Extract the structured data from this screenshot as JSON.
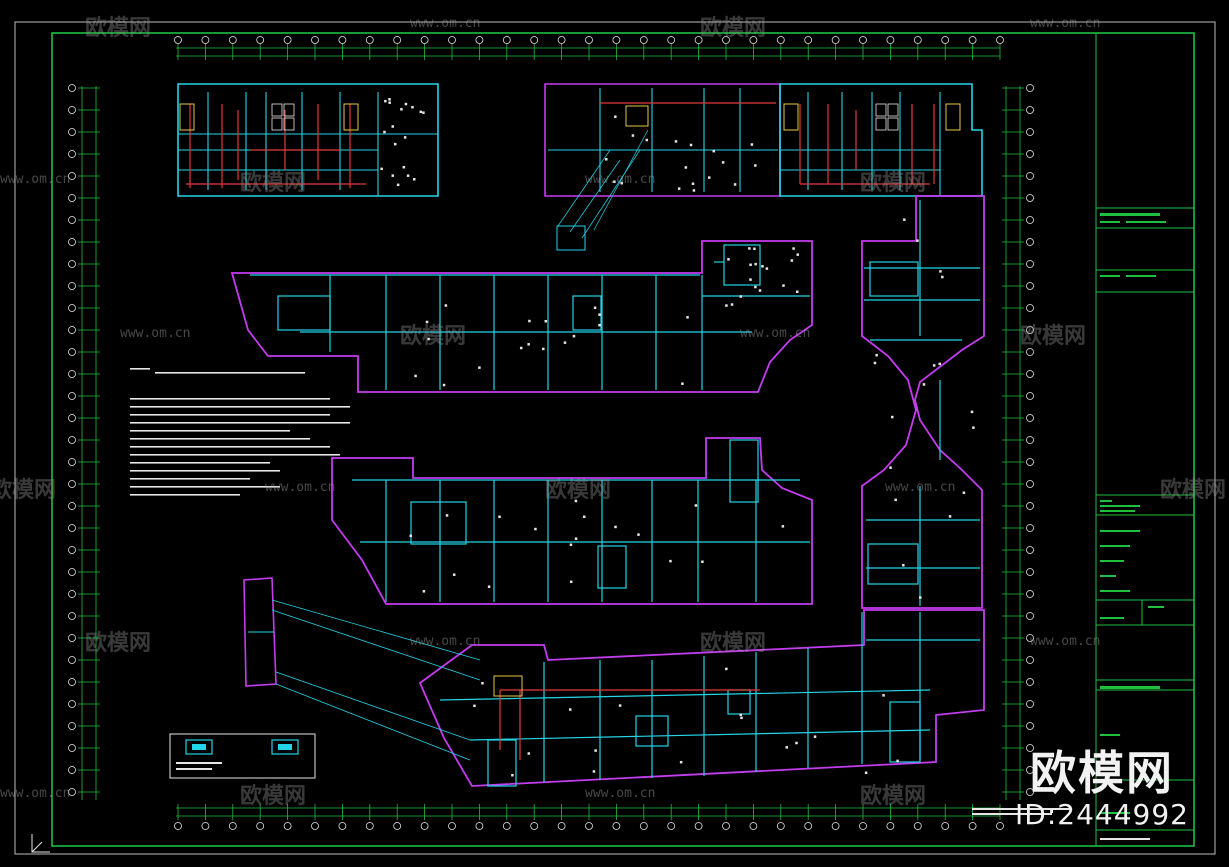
{
  "colors": {
    "background": "#000000",
    "frame": "#1fbf3f",
    "walls_cyan": "#22d5e8",
    "outline_magenta": "#c43cf0",
    "pipe_red": "#e23a3a",
    "text_white": "#e6e6e6",
    "watermark": "#8c8c8c"
  },
  "watermarks": {
    "logo_text": "欧模网",
    "url_text": "www.om.cn"
  },
  "brand": {
    "logo": "欧模网",
    "id": "ID:2444992"
  },
  "icons": {
    "watermark_logo": "sofa-logo-icon",
    "ucs": "ucs-axis-icon"
  }
}
